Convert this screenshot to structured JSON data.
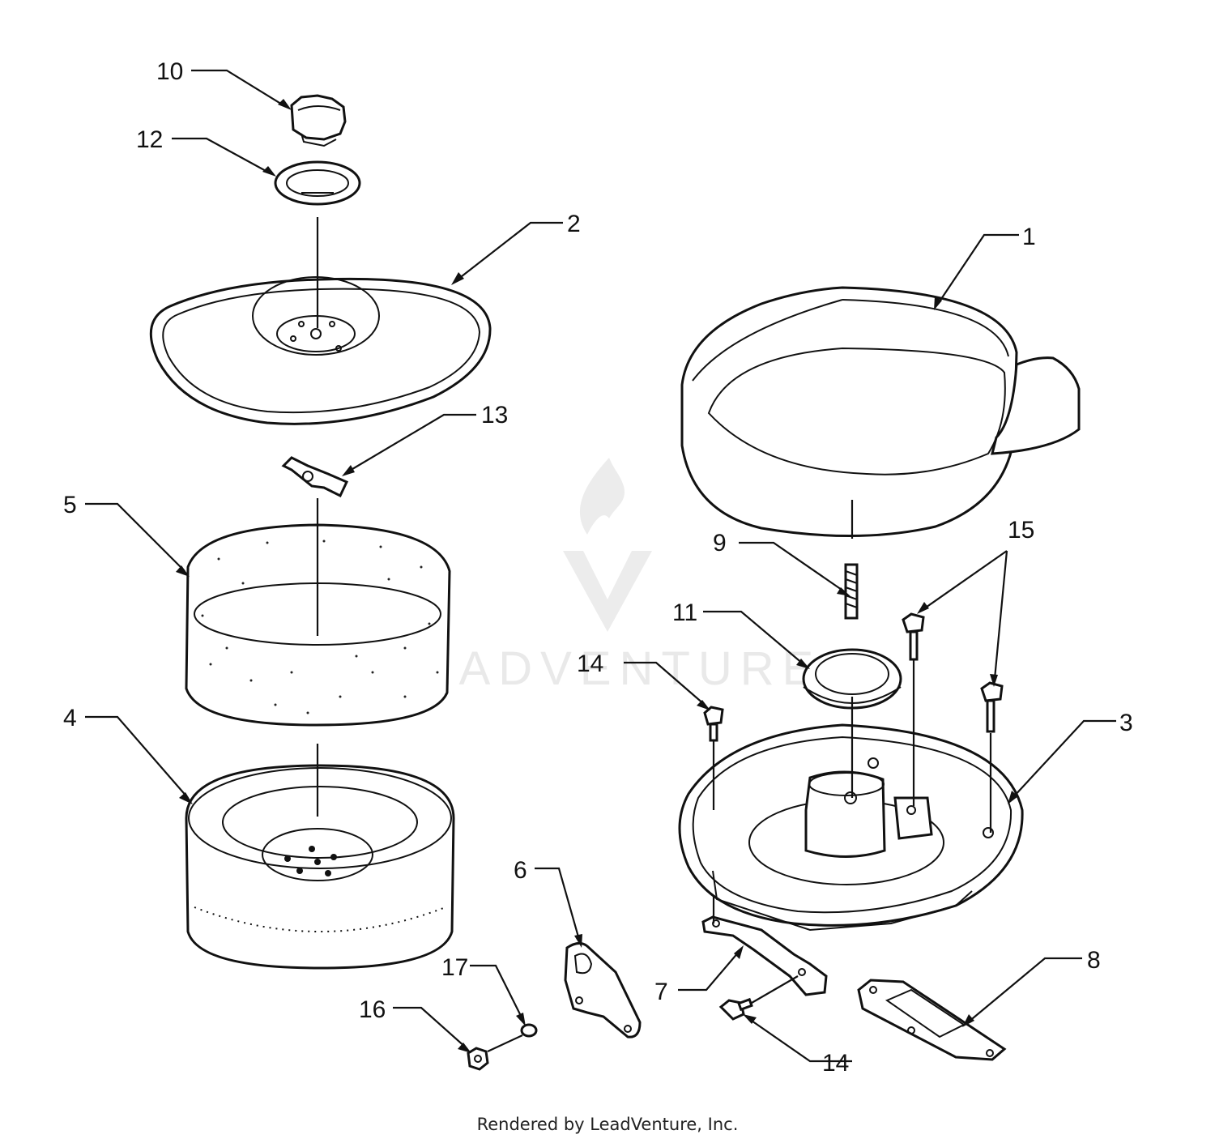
{
  "diagram": {
    "callouts": [
      "1",
      "2",
      "3",
      "4",
      "5",
      "6",
      "7",
      "8",
      "9",
      "10",
      "11",
      "12",
      "13",
      "14",
      "14",
      "15",
      "16",
      "17"
    ]
  },
  "watermark": {
    "text": "LEADVENTURE"
  },
  "footer": {
    "text": "Rendered by LeadVenture, Inc."
  }
}
